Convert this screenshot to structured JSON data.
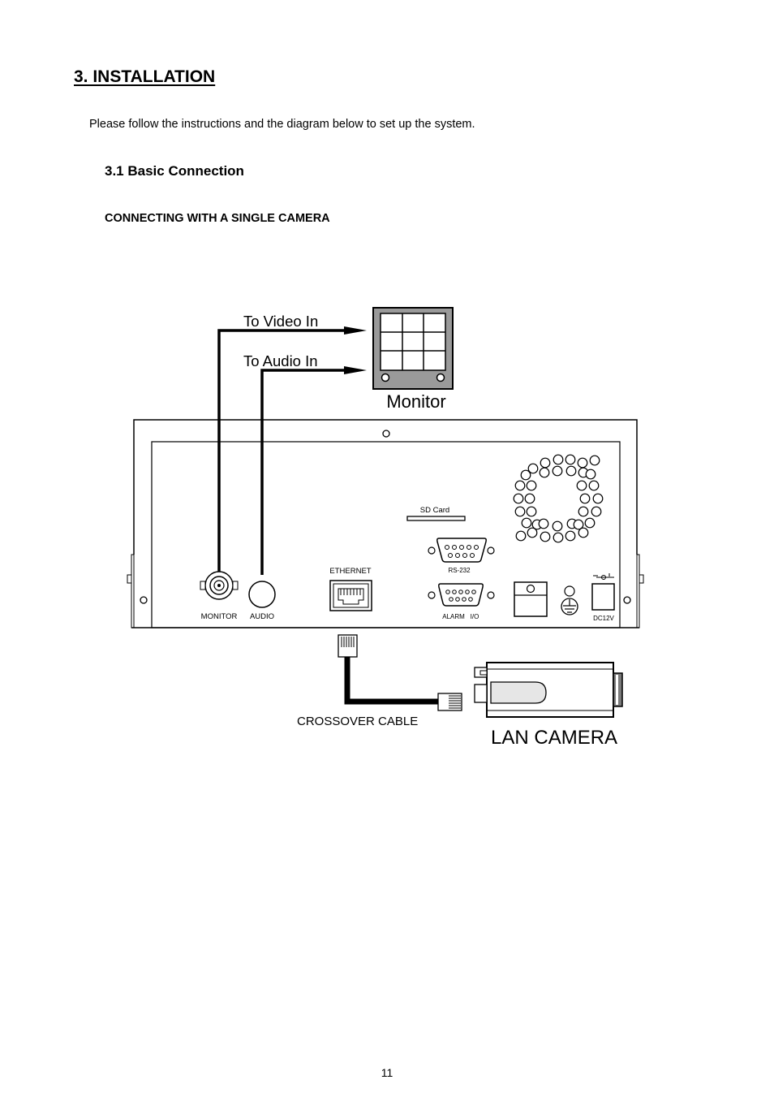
{
  "section": {
    "title": "3. INSTALLATION",
    "intro": "Please follow the instructions and the diagram below to set up the system.",
    "subsection_title": "3.1 Basic Connection",
    "subsubsection_title": "CONNECTING WITH A SINGLE CAMERA"
  },
  "diagram": {
    "to_video_in": "To Video In",
    "to_audio_in": "To Audio In",
    "monitor": "Monitor",
    "sd_card": "SD Card",
    "ethernet": "ETHERNET",
    "rs232": "RS-232",
    "monitor_port": "MONITOR",
    "audio_port": "AUDIO",
    "alarm": "ALARM",
    "io": "I/O",
    "dc12v": "DC12V",
    "crossover_cable": "CROSSOVER CABLE",
    "lan_camera": "LAN CAMERA"
  },
  "footer": {
    "page_number": "11"
  }
}
